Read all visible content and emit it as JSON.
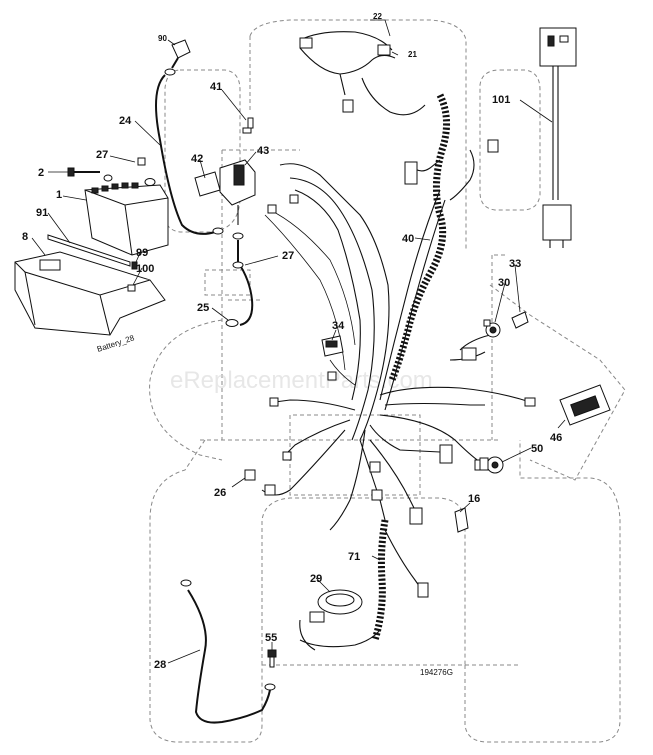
{
  "diagram": {
    "watermark": "eReplacementParts.com",
    "figure_number": "194276G",
    "battery_label": "Battery_28",
    "callouts": [
      {
        "id": "22",
        "text": "22"
      },
      {
        "id": "90",
        "text": "90"
      },
      {
        "id": "21",
        "text": "21"
      },
      {
        "id": "101",
        "text": "101"
      },
      {
        "id": "41",
        "text": "41"
      },
      {
        "id": "24",
        "text": "24"
      },
      {
        "id": "43",
        "text": "43"
      },
      {
        "id": "42",
        "text": "42"
      },
      {
        "id": "27a",
        "text": "27"
      },
      {
        "id": "2",
        "text": "2"
      },
      {
        "id": "1",
        "text": "1"
      },
      {
        "id": "91",
        "text": "91"
      },
      {
        "id": "40",
        "text": "40"
      },
      {
        "id": "8",
        "text": "8"
      },
      {
        "id": "99",
        "text": "99"
      },
      {
        "id": "27b",
        "text": "27"
      },
      {
        "id": "100",
        "text": "100"
      },
      {
        "id": "33",
        "text": "33"
      },
      {
        "id": "30",
        "text": "30"
      },
      {
        "id": "25",
        "text": "25"
      },
      {
        "id": "34",
        "text": "34"
      },
      {
        "id": "46",
        "text": "46"
      },
      {
        "id": "50",
        "text": "50"
      },
      {
        "id": "26",
        "text": "26"
      },
      {
        "id": "16",
        "text": "16"
      },
      {
        "id": "71",
        "text": "71"
      },
      {
        "id": "29",
        "text": "29"
      },
      {
        "id": "55",
        "text": "55"
      },
      {
        "id": "28",
        "text": "28"
      }
    ]
  }
}
